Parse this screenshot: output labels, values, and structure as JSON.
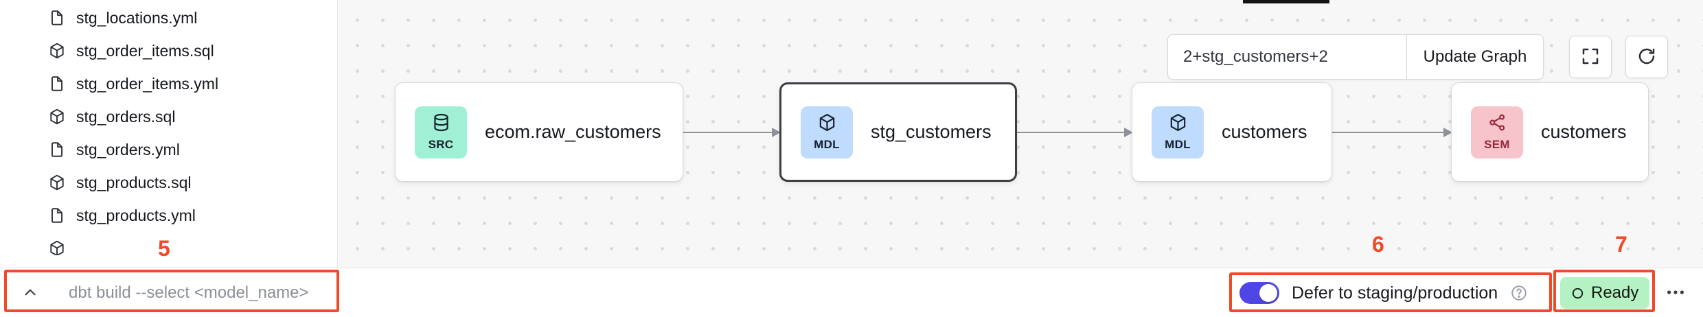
{
  "annotations": {
    "color": "#f04a2b",
    "labels": {
      "command_bar": "5",
      "defer_toggle": "6",
      "status_badge": "7"
    }
  },
  "sidebar": {
    "files": [
      {
        "name": "stg_locations.yml",
        "icon": "file-icon"
      },
      {
        "name": "stg_order_items.sql",
        "icon": "model-cube-icon"
      },
      {
        "name": "stg_order_items.yml",
        "icon": "file-icon"
      },
      {
        "name": "stg_orders.sql",
        "icon": "model-cube-icon"
      },
      {
        "name": "stg_orders.yml",
        "icon": "file-icon"
      },
      {
        "name": "stg_products.sql",
        "icon": "model-cube-icon"
      },
      {
        "name": "stg_products.yml",
        "icon": "file-icon"
      }
    ]
  },
  "lineage": {
    "selector_input": "2+stg_customers+2",
    "update_graph_button": "Update Graph",
    "toolbar_icons": [
      "fullscreen-icon",
      "refresh-icon"
    ],
    "nodes": [
      {
        "type": "SRC",
        "label": "ecom.raw_customers",
        "badge_color": "#9ff0d4",
        "icon": "database-icon",
        "selected": false
      },
      {
        "type": "MDL",
        "label": "stg_customers",
        "badge_color": "#bfdcfe",
        "icon": "model-cube-icon",
        "selected": true
      },
      {
        "type": "MDL",
        "label": "customers",
        "badge_color": "#bfdcfe",
        "icon": "model-cube-icon",
        "selected": false
      },
      {
        "type": "SEM",
        "label": "customers",
        "badge_color": "#f8c4cb",
        "icon": "semantic-model-icon",
        "selected": false
      }
    ]
  },
  "bottom_bar": {
    "command_preview": "dbt build --select <model_name>",
    "defer": {
      "label": "Defer to staging/production",
      "enabled": true,
      "toggle_color": "#4f46e5"
    },
    "status": {
      "label": "Ready",
      "badge_color": "#b4f2c4"
    }
  }
}
